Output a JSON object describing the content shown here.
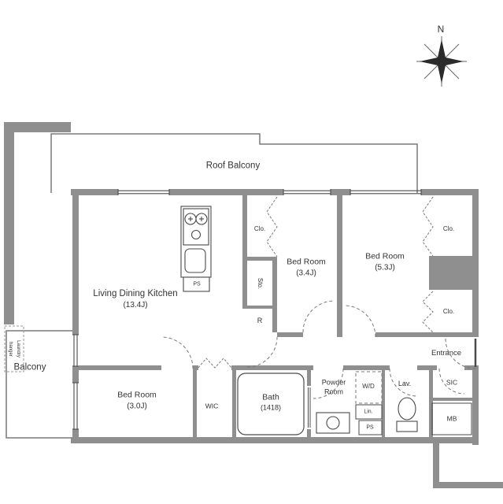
{
  "compass": {
    "north": "N"
  },
  "rooms": {
    "roof_balcony": {
      "name": "Roof Balcony"
    },
    "ldk": {
      "name": "Living Dining Kitchen",
      "size": "(13.4J)"
    },
    "bedroom_a": {
      "name": "Bed Room",
      "size": "(3.4J)"
    },
    "bedroom_b": {
      "name": "Bed Room",
      "size": "(5.3J)"
    },
    "bedroom_c": {
      "name": "Bed Room",
      "size": "(3.0J)"
    },
    "balcony": {
      "name": "Balcony"
    },
    "bath": {
      "name": "Bath",
      "size": "(1418)"
    },
    "powder_room": {
      "name_line1": "Powder",
      "name_line2": "Room"
    },
    "wic": {
      "name": "WIC"
    },
    "lavatory": {
      "name": "Lav."
    },
    "entrance": {
      "name": "Entrance"
    },
    "sic": {
      "name": "SIC"
    }
  },
  "labels": {
    "closet_a": "Clo.",
    "closet_b": "Clo.",
    "closet_c": "Clo.",
    "storage": "Sto.",
    "refrigerator": "R",
    "pipe_space_kitchen": "PS",
    "pipe_space_utility": "PS",
    "washer_dryer": "W/D",
    "linen": "Lin.",
    "meter_box": "MB",
    "laundry_hanger_line1": "Laundry",
    "laundry_hanger_line2": "hanger"
  },
  "colors": {
    "wall": "#8f8f8f",
    "line": "#4a4a4a",
    "outline": "#7a7a7a",
    "text": "#333333"
  }
}
